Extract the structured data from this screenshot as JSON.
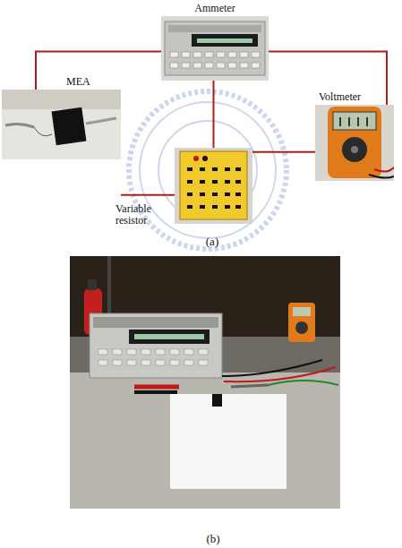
{
  "diagram": {
    "nodes": [
      {
        "text": [
          "Ammeter"
        ]
      },
      {
        "text": [
          "MEA"
        ]
      },
      {
        "text": [
          "Voltmeter"
        ]
      },
      {
        "text": [
          "Variable resistor"
        ]
      }
    ],
    "edges": [
      {
        "from": 0,
        "to": 1,
        "arrow": "none"
      },
      {
        "from": 0,
        "to": 2,
        "arrow": "none"
      },
      {
        "from": 0,
        "to": 3,
        "arrow": "none"
      },
      {
        "from": 1,
        "to": 3,
        "arrow": "none"
      },
      {
        "from": 3,
        "to": 2,
        "arrow": "none"
      }
    ],
    "labels": [
      "(a)",
      "(b)"
    ]
  }
}
